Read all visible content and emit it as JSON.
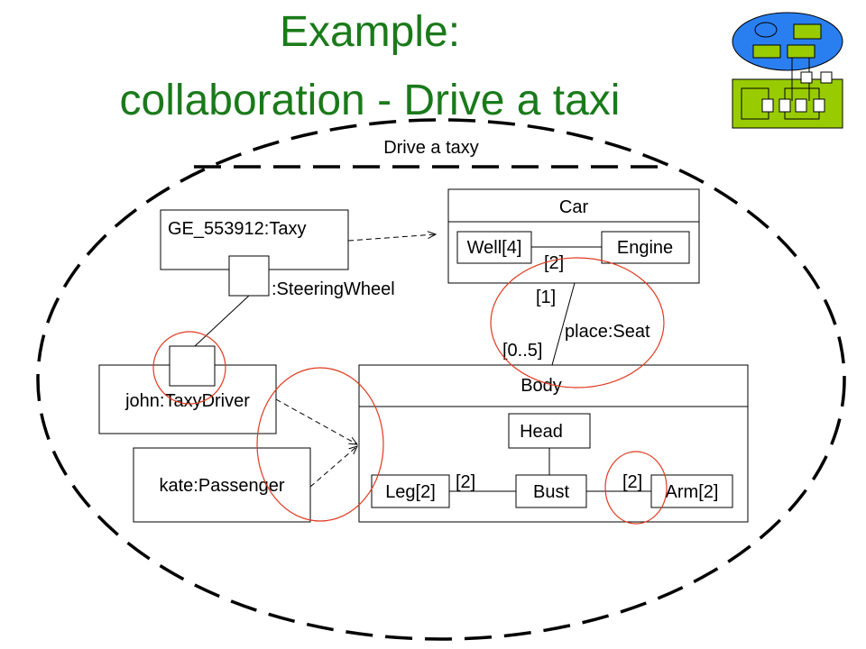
{
  "slide": {
    "title_line1": "Example:",
    "title_line2": "collaboration - Drive a taxi",
    "title_color": "#1a7a1a"
  },
  "diagram": {
    "collaboration_label": "Drive a taxy",
    "taxy_label": "GE_553912:Taxy",
    "steering_label": ":SteeringWheel",
    "car_label": "Car",
    "well_label": "Well[4]",
    "engine_label": "Engine",
    "car_mult": "[2]",
    "seat_mult_top": "[1]",
    "seat_label": "place:Seat",
    "seat_mult_bottom": "[0..5]",
    "driver_label": "john:TaxyDriver",
    "passenger_label": "kate:Passenger",
    "body_label": "Body",
    "head_label": "Head",
    "leg_label": "Leg[2]",
    "bust_label": "Bust",
    "arm_label": "Arm[2]",
    "leg_mult": "[2]",
    "arm_mult": "[2]",
    "highlight_color": "#e03a1e"
  },
  "logo": {
    "ellipse_color": "#2a7ff0",
    "box_color": "#99cc00"
  }
}
